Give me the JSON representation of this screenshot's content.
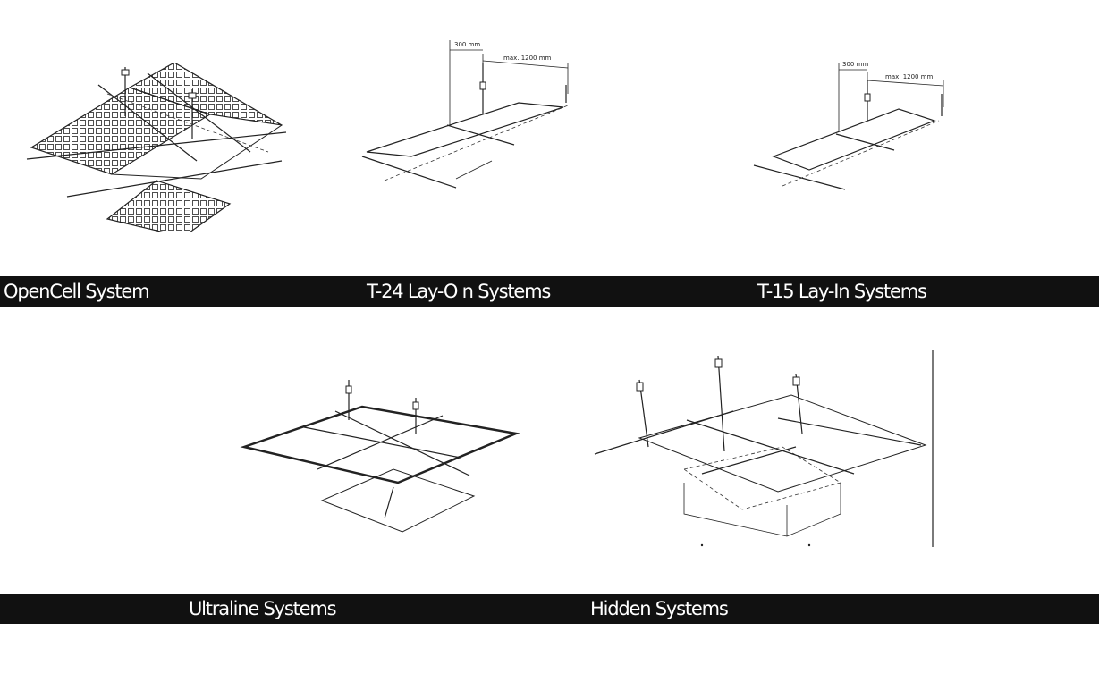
{
  "row1": {
    "labels": [
      "OpenCell System",
      "T-24 Lay-O n Systems",
      "T-15 Lay-In Systems"
    ]
  },
  "row2": {
    "labels": [
      "Ultraline  Systems",
      "Hidden  Systems"
    ]
  },
  "dimensions": {
    "t24": {
      "offset": "300 mm",
      "spacing": "max. 1200 mm"
    },
    "t15": {
      "offset": "300 mm",
      "spacing": "max. 1200 mm"
    }
  },
  "colors": {
    "bar": "#111111",
    "bar_text": "#ffffff",
    "line": "#222222"
  }
}
